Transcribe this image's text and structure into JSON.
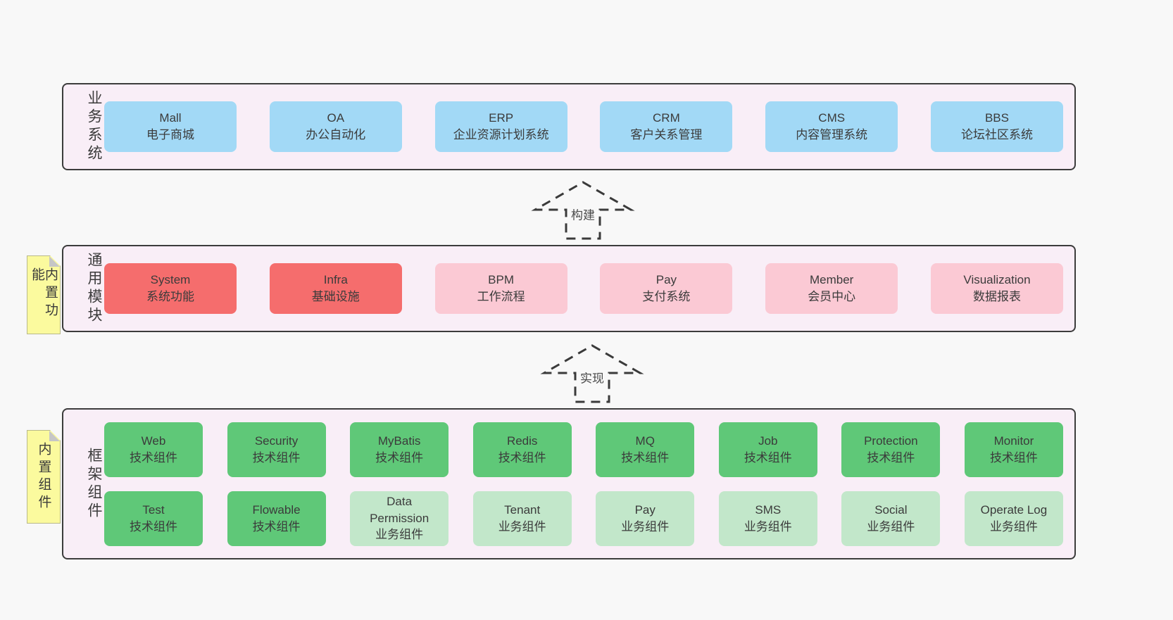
{
  "colors": {
    "page_bg": "#f8f8f8",
    "panel_bg": "#f9eef7",
    "panel_border": "#3c3c3c",
    "blue_box": "#a2d9f6",
    "red_box": "#f56d6d",
    "pink_box": "#fbc9d4",
    "green_box": "#5fc878",
    "lightgreen_box": "#c2e7ca",
    "sticky_yellow": "#fbfa9e"
  },
  "arrows": {
    "build": "构建",
    "implement": "实现"
  },
  "layers": {
    "business": {
      "label": "业务系统",
      "boxes": [
        {
          "name": "Mall",
          "desc": "电子商城"
        },
        {
          "name": "OA",
          "desc": "办公自动化"
        },
        {
          "name": "ERP",
          "desc": "企业资源计划系统"
        },
        {
          "name": "CRM",
          "desc": "客户关系管理"
        },
        {
          "name": "CMS",
          "desc": "内容管理系统"
        },
        {
          "name": "BBS",
          "desc": "论坛社区系统"
        }
      ]
    },
    "modules": {
      "label": "通用模块",
      "sticky": "内置功能",
      "boxes": [
        {
          "name": "System",
          "desc": "系统功能"
        },
        {
          "name": "Infra",
          "desc": "基础设施"
        },
        {
          "name": "BPM",
          "desc": "工作流程"
        },
        {
          "name": "Pay",
          "desc": "支付系统"
        },
        {
          "name": "Member",
          "desc": "会员中心"
        },
        {
          "name": "Visualization",
          "desc": "数据报表"
        }
      ]
    },
    "components": {
      "label": "框架组件",
      "sticky": "内置组件",
      "row1": [
        {
          "name": "Web",
          "desc": "技术组件"
        },
        {
          "name": "Security",
          "desc": "技术组件"
        },
        {
          "name": "MyBatis",
          "desc": "技术组件"
        },
        {
          "name": "Redis",
          "desc": "技术组件"
        },
        {
          "name": "MQ",
          "desc": "技术组件"
        },
        {
          "name": "Job",
          "desc": "技术组件"
        },
        {
          "name": "Protection",
          "desc": "技术组件"
        },
        {
          "name": "Monitor",
          "desc": "技术组件"
        }
      ],
      "row2": [
        {
          "name": "Test",
          "desc": "技术组件"
        },
        {
          "name": "Flowable",
          "desc": "技术组件"
        },
        {
          "name": "Data Permission",
          "desc": "业务组件"
        },
        {
          "name": "Tenant",
          "desc": "业务组件"
        },
        {
          "name": "Pay",
          "desc": "业务组件"
        },
        {
          "name": "SMS",
          "desc": "业务组件"
        },
        {
          "name": "Social",
          "desc": "业务组件"
        },
        {
          "name": "Operate Log",
          "desc": "业务组件"
        }
      ]
    }
  }
}
